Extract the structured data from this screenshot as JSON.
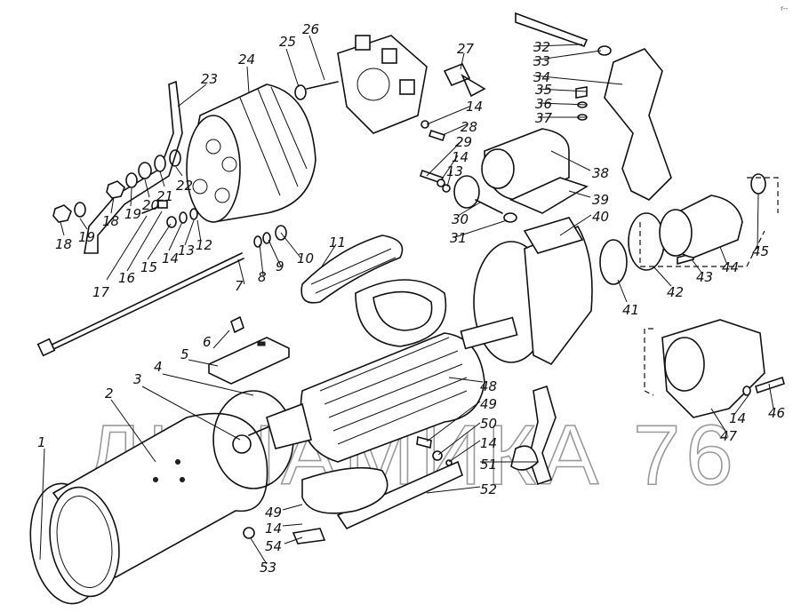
{
  "title": "Starter motor exploded view",
  "watermark": "ДИНАМИКА 76",
  "corner_mark": "r--",
  "labels": [
    "1",
    "2",
    "3",
    "4",
    "5",
    "6",
    "7",
    "8",
    "9",
    "10",
    "11",
    "12",
    "13",
    "14",
    "15",
    "16",
    "17",
    "18",
    "19",
    "18",
    "19",
    "20",
    "21",
    "22",
    "23",
    "24",
    "25",
    "26",
    "27",
    "14",
    "28",
    "29",
    "14",
    "13",
    "30",
    "31",
    "32",
    "33",
    "34",
    "35",
    "36",
    "37",
    "38",
    "39",
    "40",
    "41",
    "42",
    "43",
    "44",
    "45",
    "46",
    "14",
    "47",
    "48",
    "49",
    "50",
    "14",
    "51",
    "52",
    "49",
    "14",
    "54",
    "53"
  ]
}
